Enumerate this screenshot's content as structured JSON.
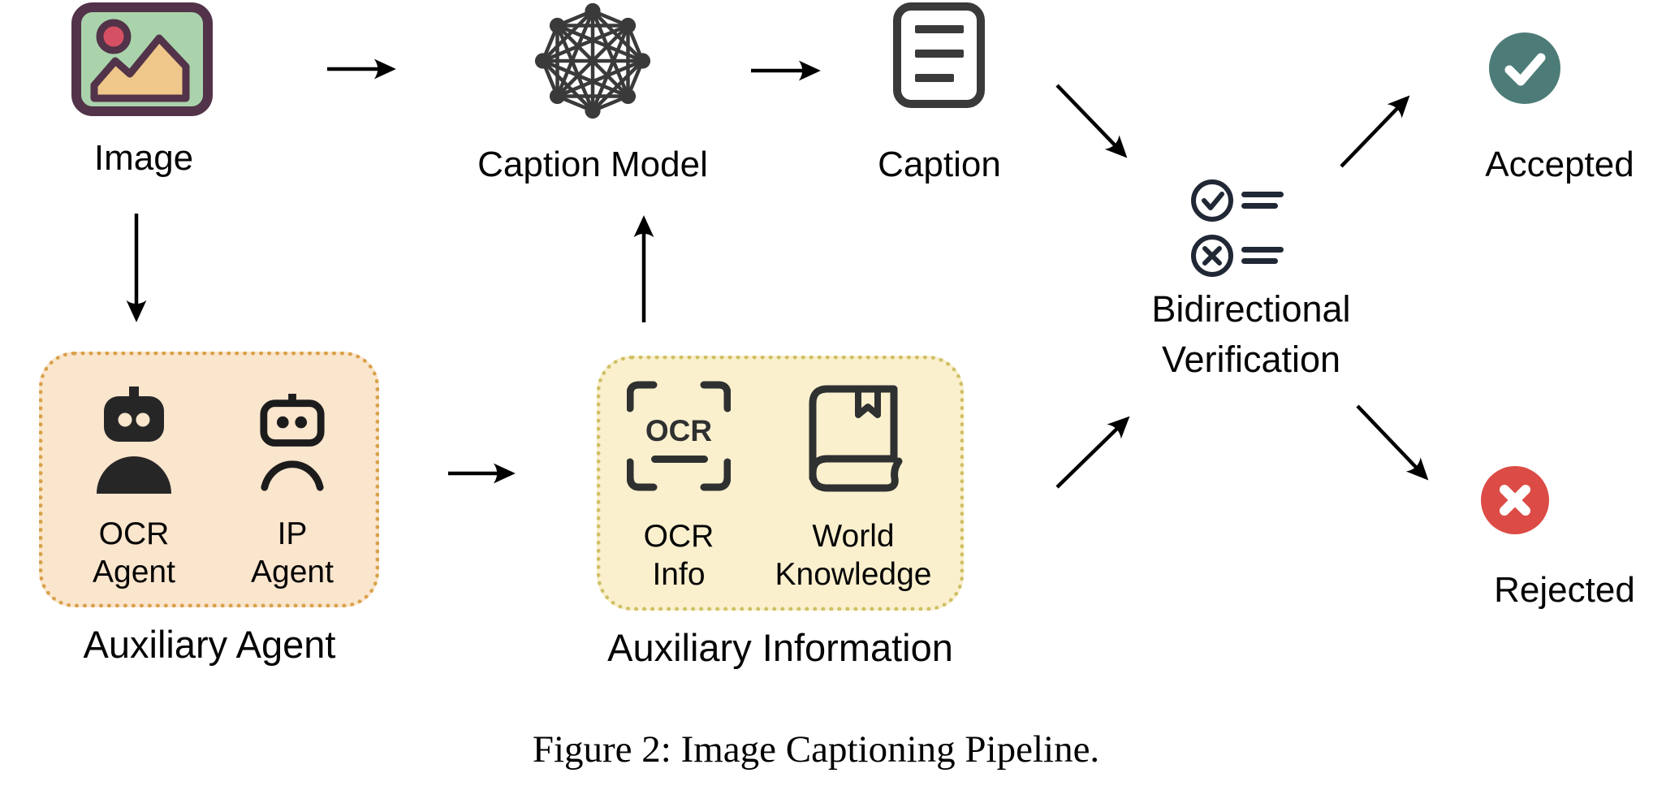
{
  "figure_caption": "Figure 2: Image Captioning Pipeline.",
  "nodes": {
    "image": {
      "label": "Image",
      "icon": "picture-icon"
    },
    "caption_model": {
      "label": "Caption Model",
      "icon": "network-graph-icon"
    },
    "caption": {
      "label": "Caption",
      "icon": "document-lines-icon"
    },
    "verification": {
      "label_line1": "Bidirectional",
      "label_line2": "Verification",
      "icon": "check-and-cross-compare-icon"
    },
    "accepted": {
      "label": "Accepted",
      "icon": "check-circle-icon"
    },
    "rejected": {
      "label": "Rejected",
      "icon": "cross-circle-icon"
    }
  },
  "groups": {
    "auxiliary_agent": {
      "label": "Auxiliary Agent",
      "items": [
        {
          "icon": "robot-filled-icon",
          "label_line1": "OCR",
          "label_line2": "Agent"
        },
        {
          "icon": "robot-outline-icon",
          "label_line1": "IP",
          "label_line2": "Agent"
        }
      ]
    },
    "auxiliary_information": {
      "label": "Auxiliary Information",
      "items": [
        {
          "icon": "ocr-scan-icon",
          "badge_text": "OCR",
          "label_line1": "OCR",
          "label_line2": "Info"
        },
        {
          "icon": "book-icon",
          "label_line1": "World",
          "label_line2": "Knowledge"
        }
      ]
    }
  },
  "colors": {
    "accepted_circle": "#4d7c78",
    "rejected_circle": "#dc4b45",
    "agent_box_fill": "#fae5cd",
    "agent_box_border": "#d9a14b",
    "info_box_fill": "#faf0ce",
    "info_box_border": "#cfc065",
    "image_icon_frame": "#523349",
    "image_icon_background": "#aad3ac",
    "image_icon_sun": "#d65064",
    "image_icon_mountain": "#f0c78a",
    "dark_icon": "#3a3a3a",
    "verification_icon": "#212835",
    "arrow": "#000000"
  }
}
